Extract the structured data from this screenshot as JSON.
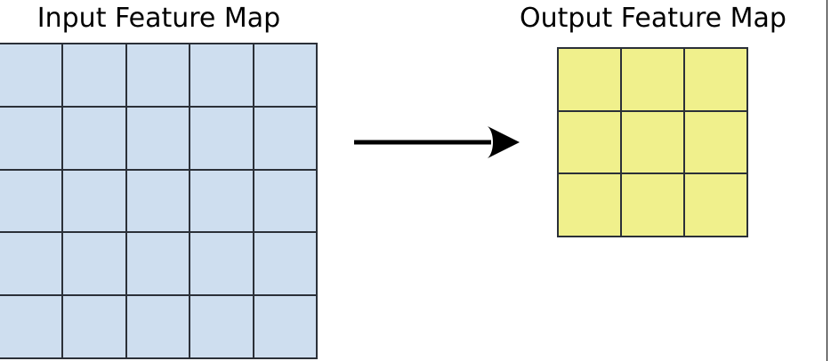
{
  "diagram": {
    "title_input": "Input Feature Map",
    "title_output": "Output Feature Map",
    "arrow_icon": "arrow-right-icon",
    "colors": {
      "input_cell_fill": "#cedeef",
      "output_cell_fill": "#f0f08c",
      "grid_line": "#2b3038",
      "arrow": "#000000",
      "text": "#000000",
      "background": "#ffffff"
    },
    "input_grid": {
      "rows": 5,
      "cols": 5,
      "cells": [
        [
          "",
          "",
          "",
          "",
          ""
        ],
        [
          "",
          "",
          "",
          "",
          ""
        ],
        [
          "",
          "",
          "",
          "",
          ""
        ],
        [
          "",
          "",
          "",
          "",
          ""
        ],
        [
          "",
          "",
          "",
          "",
          ""
        ]
      ]
    },
    "output_grid": {
      "rows": 3,
      "cols": 3,
      "cells": [
        [
          "",
          "",
          ""
        ],
        [
          "",
          "",
          ""
        ],
        [
          "",
          "",
          ""
        ]
      ]
    }
  }
}
